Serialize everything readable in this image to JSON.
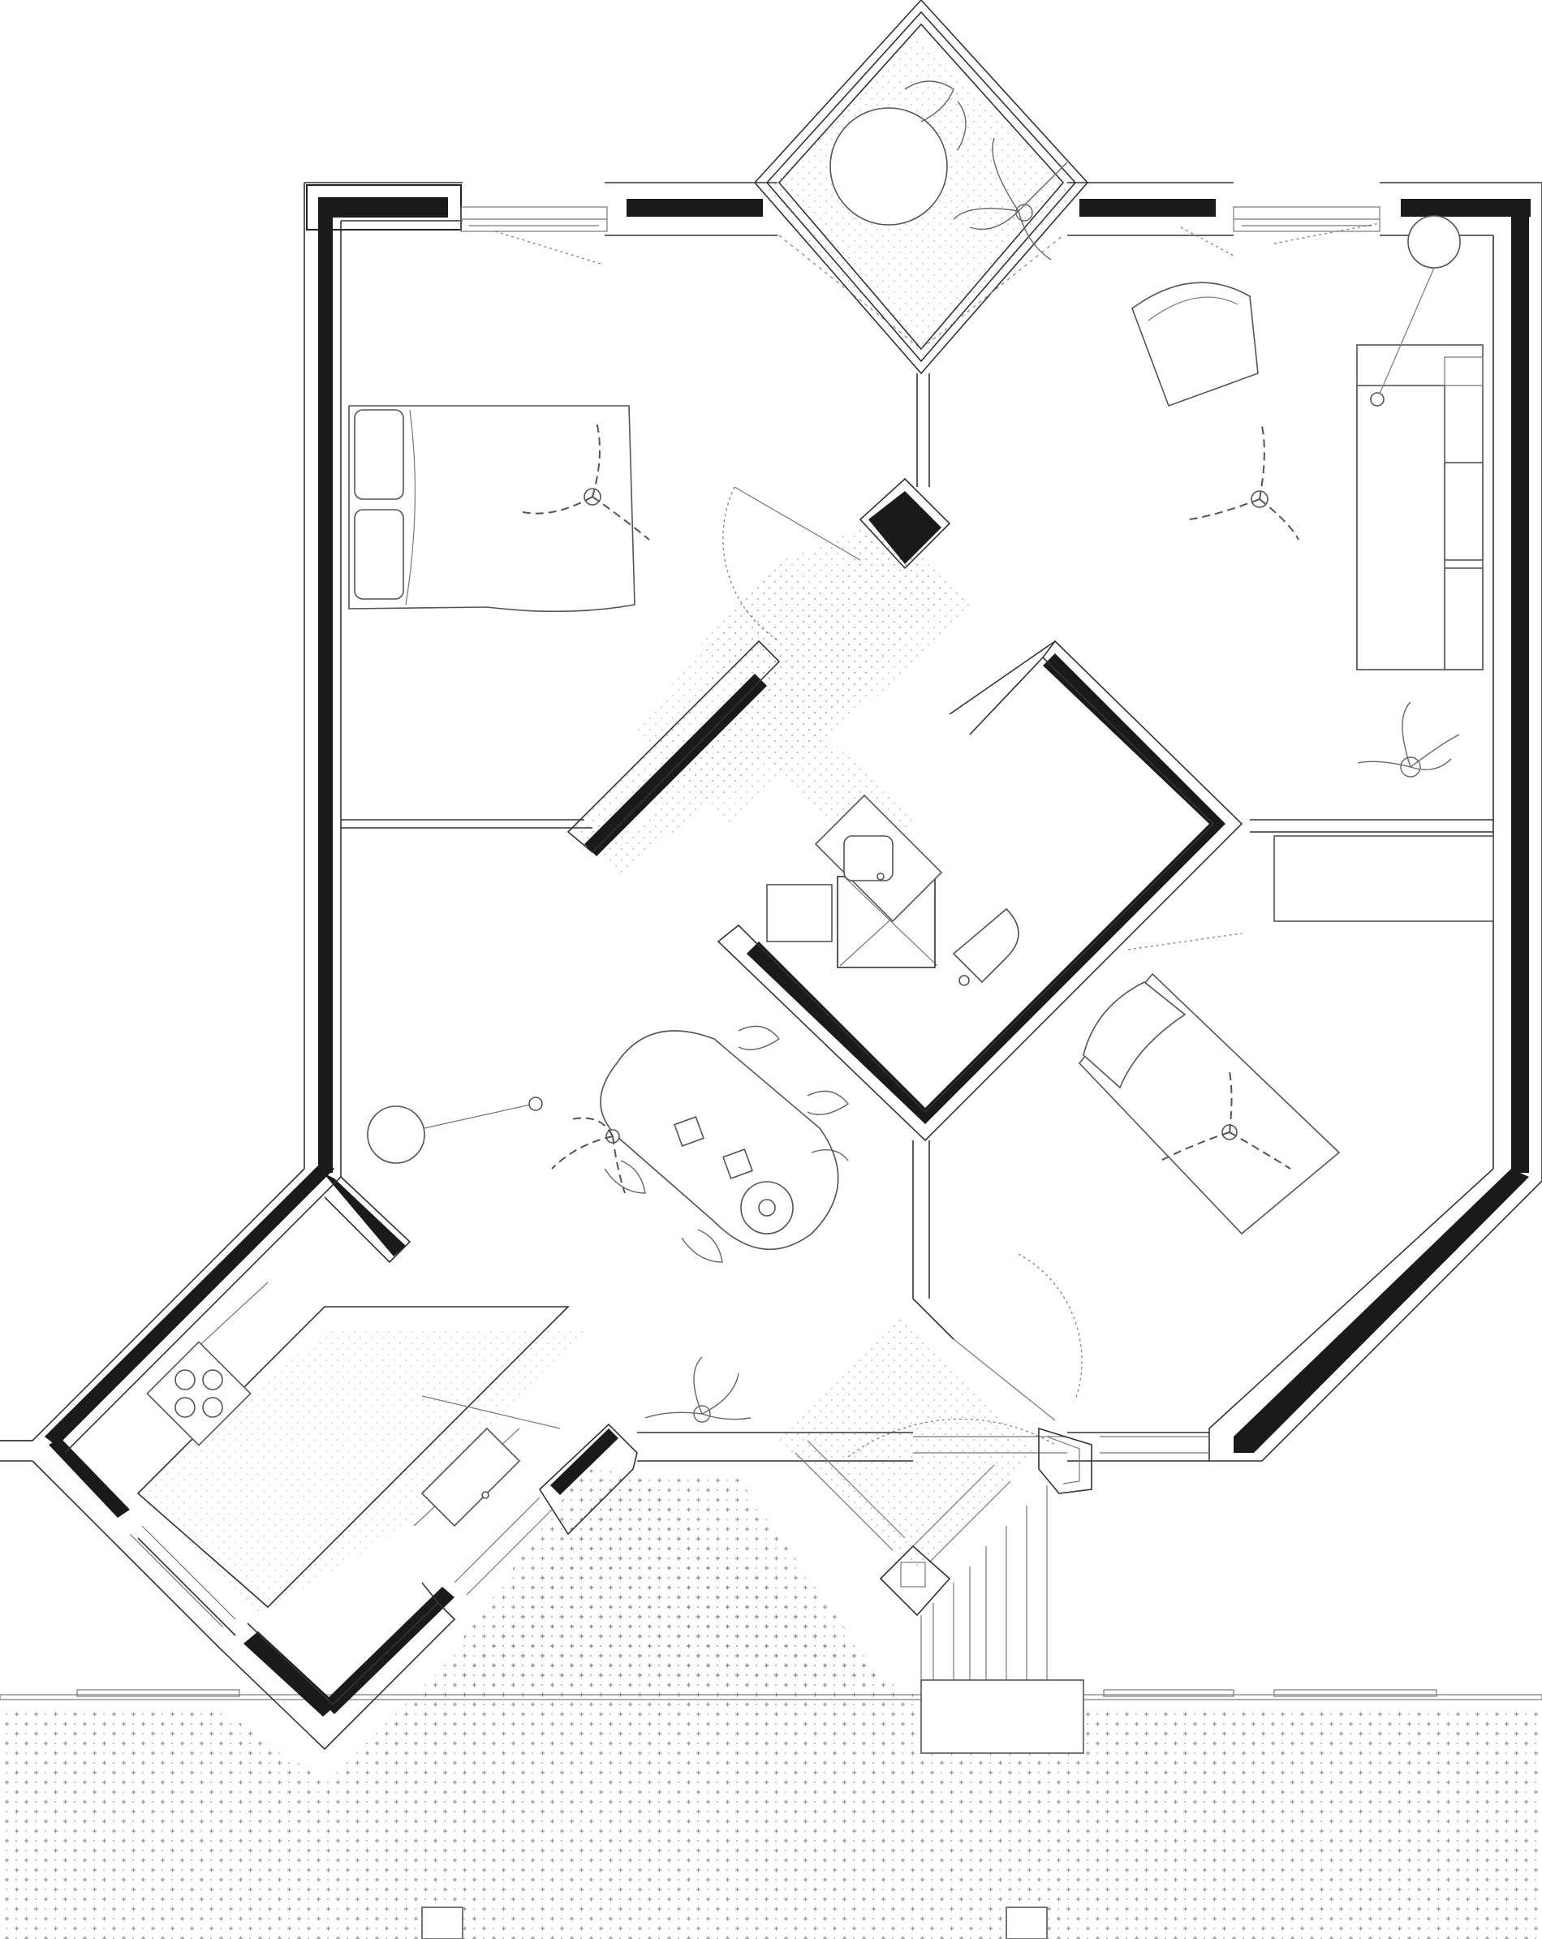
{
  "drawing": {
    "kind": "architectural floor plan",
    "colors": {
      "wall_fill": "#1a1a1a",
      "line": "#333333",
      "furniture": "#555555",
      "hatch": "#9a9a9a",
      "background": "#ffffff"
    },
    "rooms": [
      "bedroom",
      "living-room",
      "dining-room",
      "bedroom-2",
      "kitchen",
      "bathroom",
      "hall",
      "entry",
      "bay-window-nook",
      "terrace"
    ],
    "icons": [
      "bed-icon",
      "sofa-icon",
      "armchair-icon",
      "ceiling-fan-icon",
      "floor-lamp-icon",
      "dining-table-icon",
      "chair-icon",
      "plant-icon",
      "stove-icon",
      "toilet-icon",
      "sink-icon",
      "shower-icon",
      "stairs-icon",
      "door-swing-icon",
      "window-icon"
    ]
  }
}
